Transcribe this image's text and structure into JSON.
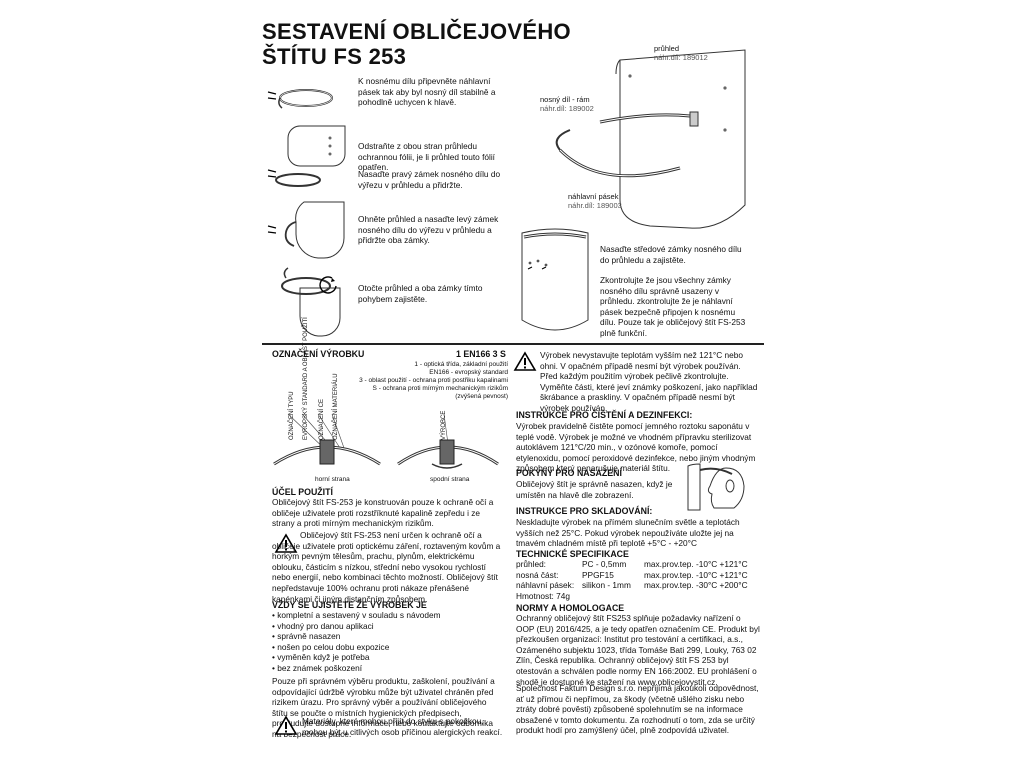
{
  "title": {
    "line1": "SESTAVENÍ OBLIČEJOVÉHO",
    "line2": "ŠTÍTU  FS 253"
  },
  "steps": [
    "K nosnému dílu připevněte náhlavní pásek tak aby byl nosný díl stabilně a pohodlně uchycen k hlavě.",
    "Odstraňte z obou stran průhledu ochrannou fólii, je li průhled touto fólií opatřen.",
    "Nasaďte pravý zámek nosného dílu do výřezu v průhledu a přidržte.",
    "Ohněte průhled a nasaďte levý zámek nosného dílu do výřezu v průhledu a přidržte oba zámky.",
    "Otočte průhled a oba zámky tímto pohybem zajistěte."
  ],
  "parts": {
    "pruhled": "průhled",
    "pruhled_no": "náhr.díl: 189012",
    "nosny": "nosný díl - rám",
    "nosny_no": "náhr.díl: 189002",
    "pasek": "náhlavní pásek",
    "pasek_no": "náhr.díl: 189003"
  },
  "final_steps": [
    "Nasaďte středové zámky nosného dílu do průhledu a zajistěte.",
    "Zkontrolujte že jsou všechny zámky nosného dílu správně usazeny v průhledu. zkontrolujte že je náhlavní pásek bezpečně připojen k nosnému dílu.  Pouze tak je obličejový štít FS-253 plně funkční."
  ],
  "marking": {
    "heading": "OZNAČENÍ VÝROBKU",
    "code": "1 EN166 3 S",
    "legend": [
      "1 - optická třída, základní použití",
      "EN166 - evropský standard",
      "3 - oblast použití - ochrana proti postřiku kapalinami",
      "S - ochrana proti mírným mechanickým rizikům (zvýšená pevnost)"
    ],
    "vertical": [
      "OZNAČENÍ TYPU",
      "EVROPSKÝ STANDARD A OBLAST POUŽITÍ",
      "OZNAČENÍ CE",
      "OZNAČENÍ MATERIÁLU",
      "VÝROBCE"
    ],
    "top_side": "horní strana",
    "bottom_side": "spodní strana"
  },
  "use": {
    "heading": "ÚČEL POUŽITÍ",
    "p1": "Obličejový štít FS-253 je konstruován pouze k ochraně očí a obličeje uživatele proti rozstříknuté kapalině zepředu i ze strany a proti mírným mechanickým rizikům.",
    "warn": "Obličejový štít FS-253 není určen k ochraně očí a obličeje uživatele proti optickému záření, roztaveným kovům a horkým pevným tělesům, prachu, plynům, elektrickému oblouku, částicím s nízkou, střední nebo vysokou rychlostí nebo energií,  nebo kombinaci těchto možností. Obličejový štít nepředstavuje 100% ochranu proti nákaze přenášené kapénkami či jiným distančním způsobem."
  },
  "check": {
    "heading": "VŽDY SE UJISTĚTE ŽE VÝROBEK JE",
    "items": [
      "kompletní a sestavený v souladu s návodem",
      "vhodný pro danou aplikaci",
      "správně nasazen",
      "nošen po celou dobu expozice",
      "vyměněn když je potřeba",
      "bez známek poškození"
    ],
    "p": "Pouze při správném výběru produktu, zaškolení, používání a odpovídající údržbě výrobku může být uživatel chráněn před rizikem úrazu. Pro správný výběr a  používání obličejového štítu se poučte o místních hygienických předpisech, prostudujte dostupné informace, nebo kontaktujte odborníka na bezpečnost práce.",
    "warn": "Materiály, které mohou přijít do styku s pokožkou, mohou být u citlivých osob příčinou alergických reakcí."
  },
  "right": {
    "temp_warn": "Výrobek nevystavujte teplotám vyšším než 121°C nebo ohni. V opačném případě nesmí být výrobek používán. Před každým použitím výrobek pečlivě zkontrolujte. Vyměňte části, které jeví známky poškození, jako například škrábance a praskliny. V opačném případě nesmí být výrobek používán.",
    "clean_h": "INSTRUKCE PRO ČIŠTĚNÍ A DEZINFEKCI:",
    "clean_p": "Výrobek pravidelně čistěte pomocí jemného roztoku saponátu v teplé vodě. Výrobek je možné ve vhodném přípravku sterilizovat autoklávem 121°C/20 min., v ozónové komoře, pomocí etylenoxidu, pomocí peroxidové dezinfekce, nebo jiným vhodným způsobem který nenarušuje materiál štítu.",
    "wear_h": "POKYNY PRO NASAZENÍ",
    "wear_p": "Obličejový štít je správně nasazen, když je umístěn na hlavě dle zobrazení.",
    "store_h": "INSTRUKCE PRO SKLADOVÁNÍ:",
    "store_p": "Neskladujte  výrobek na přímém slunečním světle a teplotách vyšších než 25°C. Pokud výrobek nepoužíváte uložte jej na tmavém chladném místě při teplotě +5°C - +20°C",
    "spec_h": "TECHNICKÉ SPECIFIKACE",
    "spec": [
      [
        "průhled:",
        "PC - 0,5mm",
        "max.prov.tep.  -10°C +121°C"
      ],
      [
        "nosná část:",
        "PPGF15",
        "max.prov.tep.  -10°C +121°C"
      ],
      [
        "náhlavní pásek:",
        "silikon - 1mm",
        "max.prov.tep.  -30°C +200°C"
      ]
    ],
    "weight": "Hmotnost: 74g",
    "norms_h": "NORMY A HOMOLOGACE",
    "norms_p1": "Ochranný obličejový štít FS253 splňuje požadavky nařízení o OOP (EU) 2016/425, a je tedy opatřen označením CE. Produkt byl přezkoušen organizací: Institut pro testování a certifikaci, a.s., Ozámeného subjektu 1023, třída Tomáše Bati 299, Louky, 763 02 Zlín, Česká republika.  Ochranný obličejový štít FS 253 byl otestován a schválen podle normy EN 166:2002. EU prohlášení o shodě je dostupné ke stažení na www.oblicejovystit.cz.",
    "norms_p2": "Společnost Faktum Design s.r.o.  nepřijímá jakoukoli odpovědnost, ať už přímou či nepřímou, za škody (včetně ušlého zisku nebo ztráty dobré pověsti) způsobené spolehnutím se na informace obsažené v tomto dokumentu. Za rozhodnutí o tom, zda se určitý produkt hodí pro zamýšlený účel, plně zodpovídá uživatel."
  }
}
